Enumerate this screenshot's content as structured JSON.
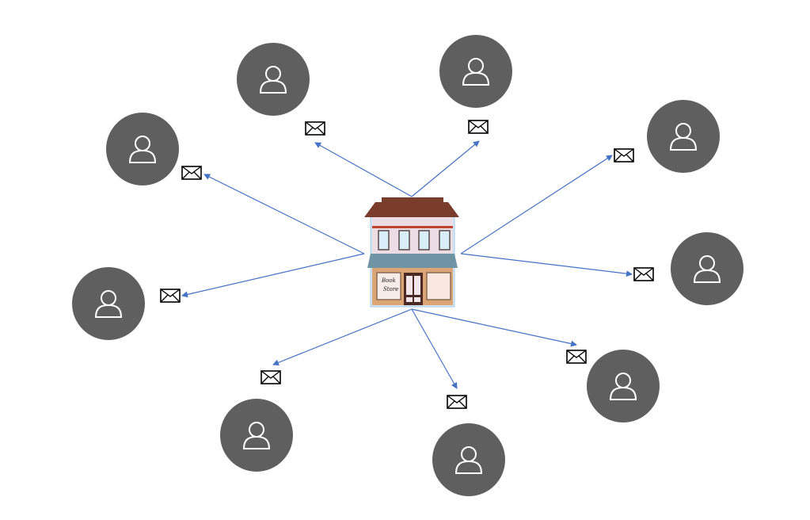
{
  "diagram": {
    "store": {
      "sign_line1": "Book",
      "sign_line2": "Store"
    },
    "recipients": [
      {
        "id": "customer-1"
      },
      {
        "id": "customer-2"
      },
      {
        "id": "customer-3"
      },
      {
        "id": "customer-4"
      },
      {
        "id": "customer-5"
      },
      {
        "id": "customer-6"
      },
      {
        "id": "customer-7"
      },
      {
        "id": "customer-8"
      },
      {
        "id": "customer-9"
      }
    ],
    "colors": {
      "avatar": "#5f5f5f",
      "avatar_icon": "#ffffff",
      "arrow": "#4472c4",
      "envelope": "#000000"
    }
  }
}
